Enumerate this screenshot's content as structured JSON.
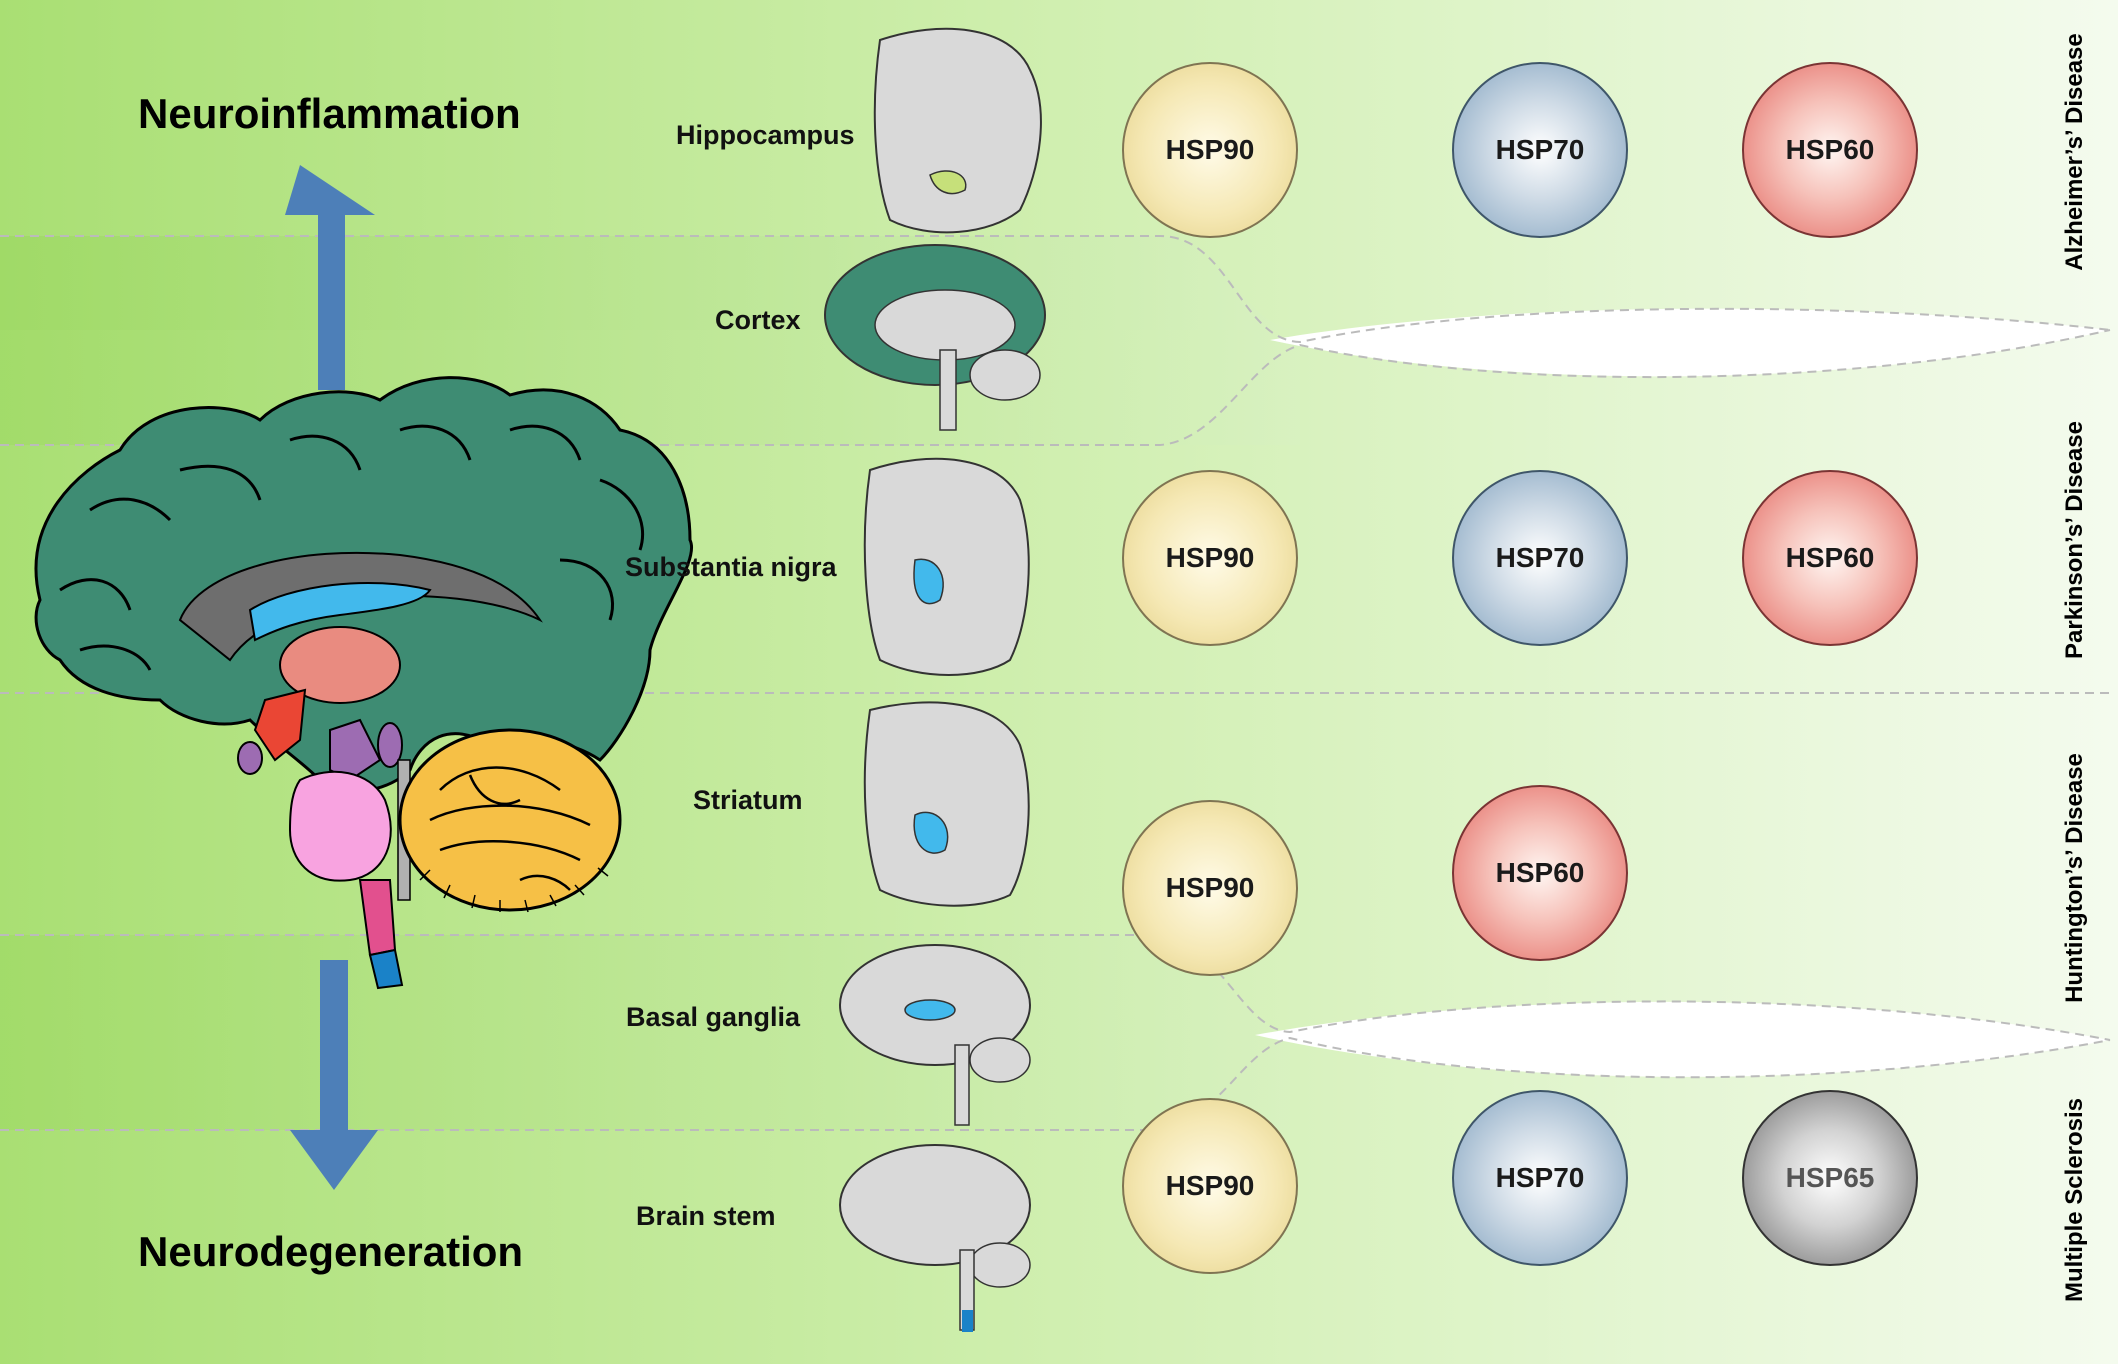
{
  "titles": {
    "top": "Neuroinflammation",
    "bottom": "Neurodegeneration"
  },
  "regions": [
    {
      "key": "hippocampus",
      "label": "Hippocampus"
    },
    {
      "key": "cortex",
      "label": "Cortex"
    },
    {
      "key": "substantia_nigra",
      "label": "Substantia nigra"
    },
    {
      "key": "striatum",
      "label": "Striatum"
    },
    {
      "key": "basal_ganglia",
      "label": "Basal ganglia"
    },
    {
      "key": "brain_stem",
      "label": "Brain stem"
    }
  ],
  "diseases": [
    {
      "name": "Alzheimer’s’ Disease",
      "proteins": [
        "HSP90",
        "HSP70",
        "HSP60"
      ]
    },
    {
      "name": "Parkinson’s’ Disease",
      "proteins": [
        "HSP90",
        "HSP70",
        "HSP60"
      ]
    },
    {
      "name": "Huntington’s’ Disease",
      "proteins": [
        "HSP90",
        "HSP60"
      ]
    },
    {
      "name": "Multiple Sclerosis",
      "proteins": [
        "HSP90",
        "HSP70",
        "HSP65"
      ]
    }
  ],
  "colors": {
    "band_green": "#b8e58c",
    "band_dark_green": "#a6dc6e",
    "arrow_blue": "#4d7fb8",
    "brain_cortex": "#3e8c73",
    "cerebellum": "#f6c046",
    "pons": "#f8a3e0",
    "medulla": "#e2508e",
    "spinal_cord": "#1a82c8",
    "thalamus": "#e98b80",
    "ventricle": "#42b9ec",
    "hypothalamus": "#ea4634",
    "midbrain": "#9d6cb2",
    "hsp90": "#f5e8b4",
    "hsp70": "#7fa1be",
    "hsp60": "#e2655e",
    "hsp65": "#6c6c6c"
  }
}
